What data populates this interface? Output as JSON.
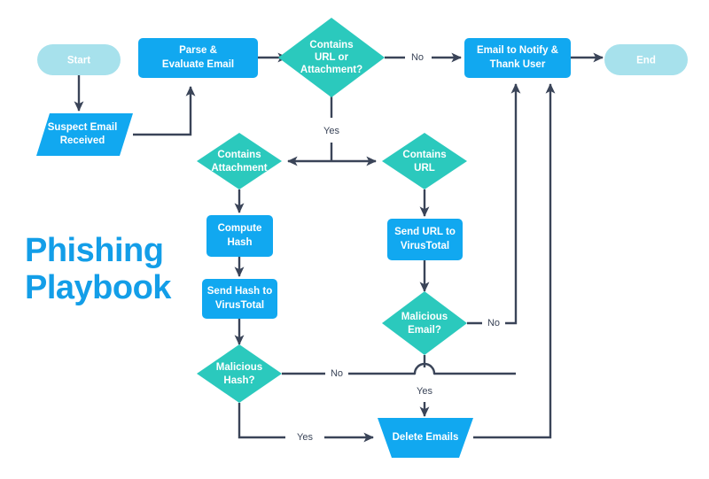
{
  "title": {
    "line1": "Phishing",
    "line2": "Playbook"
  },
  "colors": {
    "blue": "#11A8F0",
    "teal": "#2BC9BD",
    "pale_cyan": "#A7E1EC",
    "line": "#3a4458",
    "title_blue": "#139EE8",
    "node_text": "#ffffff",
    "background": "#ffffff"
  },
  "nodes": {
    "start": {
      "label": "Start",
      "shape": "pill",
      "color": "pale_cyan"
    },
    "suspect_email": {
      "label_line1": "Suspect Email",
      "label_line2": "Received",
      "shape": "parallelogram",
      "color": "blue"
    },
    "parse_evaluate": {
      "label_line1": "Parse &",
      "label_line2": "Evaluate Email",
      "shape": "rounded-rect",
      "color": "blue"
    },
    "contains_url_or_attachment": {
      "label_line1": "Contains",
      "label_line2": "URL or",
      "label_line3": "Attachment?",
      "shape": "diamond",
      "color": "teal"
    },
    "email_notify": {
      "label_line1": "Email to Notify &",
      "label_line2": "Thank User",
      "shape": "rounded-rect",
      "color": "blue"
    },
    "end": {
      "label": "End",
      "shape": "pill",
      "color": "pale_cyan"
    },
    "contains_attachment": {
      "label_line1": "Contains",
      "label_line2": "Attachment",
      "shape": "diamond",
      "color": "teal"
    },
    "contains_url": {
      "label_line1": "Contains",
      "label_line2": "URL",
      "shape": "diamond",
      "color": "teal"
    },
    "compute_hash": {
      "label_line1": "Compute",
      "label_line2": "Hash",
      "shape": "rounded-rect",
      "color": "blue"
    },
    "send_url_virustotal": {
      "label_line1": "Send URL to",
      "label_line2": "VirusTotal",
      "shape": "rounded-rect",
      "color": "blue"
    },
    "send_hash_virustotal": {
      "label_line1": "Send Hash to",
      "label_line2": "VirusTotal",
      "shape": "rounded-rect",
      "color": "blue"
    },
    "malicious_email": {
      "label_line1": "Malicious",
      "label_line2": "Email?",
      "shape": "diamond",
      "color": "teal"
    },
    "malicious_hash": {
      "label_line1": "Malicious",
      "label_line2": "Hash?",
      "shape": "diamond",
      "color": "teal"
    },
    "delete_emails": {
      "label": "Delete Emails",
      "shape": "trapezoid",
      "color": "blue"
    }
  },
  "edge_labels": {
    "no_top": "No",
    "yes_split": "Yes",
    "no_malicious_email": "No",
    "no_malicious_hash": "No",
    "yes_malicious_email": "Yes",
    "yes_malicious_hash": "Yes"
  }
}
